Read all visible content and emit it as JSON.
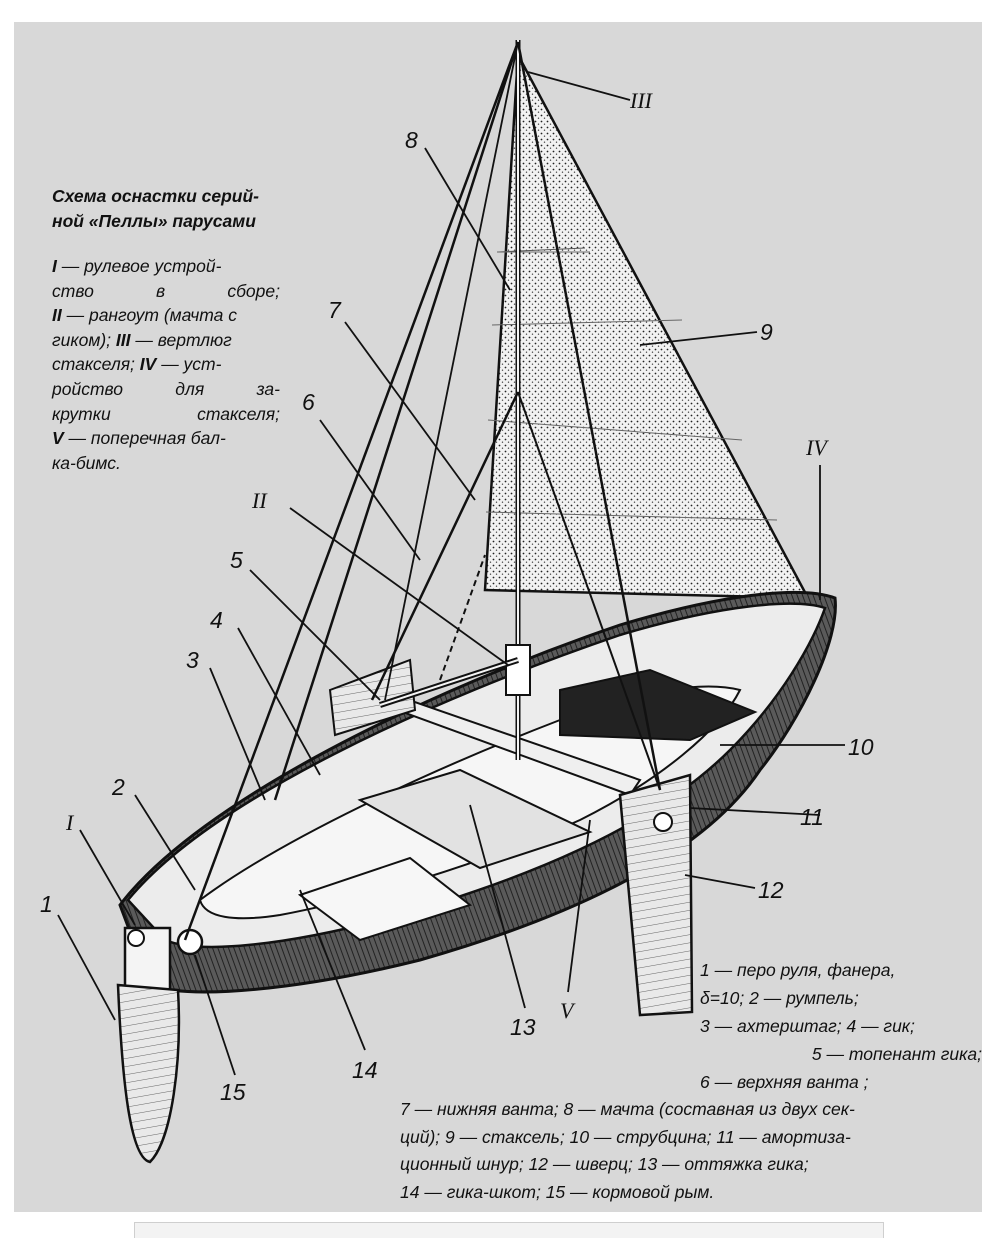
{
  "caption": {
    "title_line1": "Схема оснастки серий-",
    "title_line2": "ной «Пеллы» парусами"
  },
  "legend_roman": [
    {
      "key": "I",
      "text": " — рулевое устрой-"
    },
    {
      "key": "",
      "text": "ство в сборе;"
    },
    {
      "key": "II",
      "text": " — рангоут (мачта с"
    },
    {
      "key": "",
      "text": "гиком); "
    },
    {
      "key": "III",
      "text": " — вертлюг"
    },
    {
      "key": "",
      "text": "стакселя; "
    },
    {
      "key": "IV",
      "text": " — уст-"
    },
    {
      "key": "",
      "text": "ройство для за-"
    },
    {
      "key": "",
      "text": "крутки стакселя;"
    },
    {
      "key": "V",
      "text": " — поперечная бал-"
    },
    {
      "key": "",
      "text": "ка-бимс."
    }
  ],
  "legend_numbers": [
    {
      "key": "1",
      "text": "перо руля, фанера, δ=10;"
    },
    {
      "key": "2",
      "text": "румпель;"
    },
    {
      "key": "3",
      "text": "ахтерштаг;"
    },
    {
      "key": "4",
      "text": "гик;"
    },
    {
      "key": "5",
      "text": "топенант гика;"
    },
    {
      "key": "6",
      "text": "верхняя ванта ;"
    },
    {
      "key": "7",
      "text": "нижняя ванта;"
    },
    {
      "key": "8",
      "text": "мачта (составная из двух секций);"
    },
    {
      "key": "9",
      "text": "стаксель;"
    },
    {
      "key": "10",
      "text": "струбцина;"
    },
    {
      "key": "11",
      "text": "амортизационный шнур;"
    },
    {
      "key": "12",
      "text": "шверц;"
    },
    {
      "key": "13",
      "text": "оттяжка гика;"
    },
    {
      "key": "14",
      "text": "гика-шкот;"
    },
    {
      "key": "15",
      "text": "кормовой рым."
    }
  ],
  "legend_right_lines": [
    "1 — перо руля, фанера,",
    "δ=10; 2 — румпель;",
    "3 — ахтерштаг; 4 — гик;",
    "5 — топенант гика;",
    "6 — верхняя ванта ;"
  ],
  "legend_bottom_lines": [
    "7 — нижняя ванта; 8 — мачта (составная из двух сек-",
    "ций); 9 — стаксель; 10 — струбцина; 11 — амортиза-",
    "ционный шнур; 12 — шверц; 13 — оттяжка гика;",
    "14 — гика-шкот; 15 — кормовой рым."
  ],
  "callouts": {
    "n1": "1",
    "n2": "2",
    "n3": "3",
    "n4": "4",
    "n5": "5",
    "n6": "6",
    "n7": "7",
    "n8": "8",
    "n9": "9",
    "n10": "10",
    "n11": "11",
    "n12": "12",
    "n13": "13",
    "n14": "14",
    "n15": "15",
    "rI": "I",
    "rII": "II",
    "rIII": "III",
    "rIV": "IV",
    "rV": "V"
  },
  "colors": {
    "scan_background": "#d8d8d8",
    "ink": "#111111",
    "hull_dark": "#3a3a3a",
    "sail_fill": "#efefef"
  }
}
